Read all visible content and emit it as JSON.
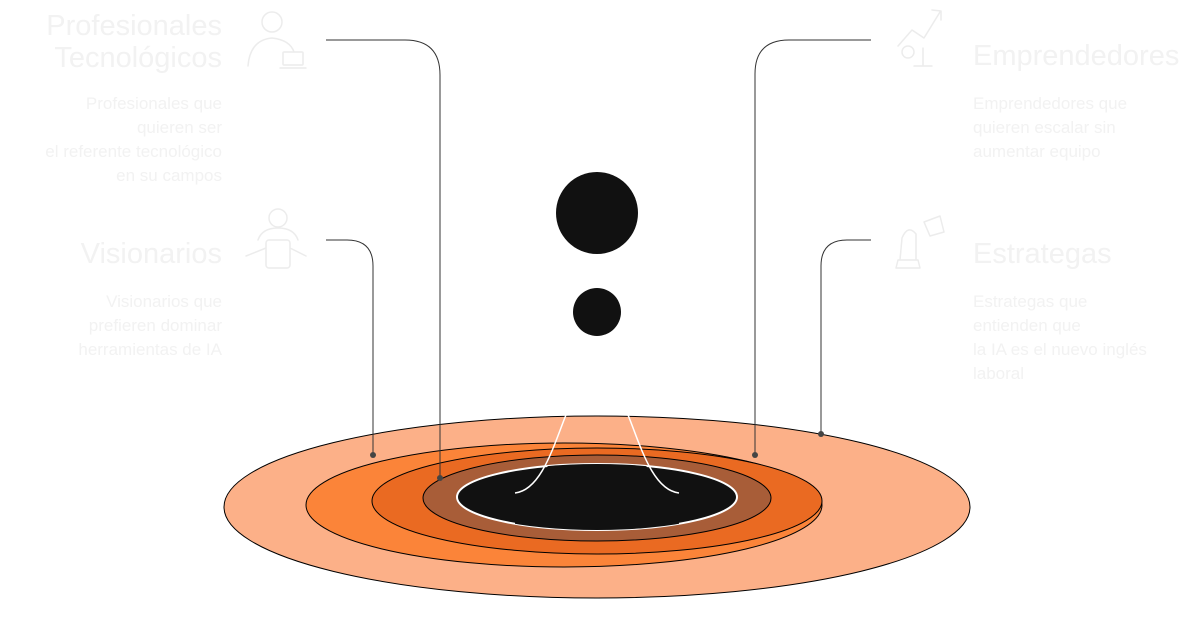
{
  "colors": {
    "ring_outer": "#fcb088",
    "ring_2": "#fb8439",
    "ring_3": "#ea6a22",
    "ring_4": "#a85d38",
    "core": "#111111",
    "text": "#f2f2f2",
    "line": "#333333"
  },
  "segments": {
    "tech": {
      "title": [
        "Profesionales",
        "Tecnológicos"
      ],
      "desc": [
        "Profesionales que",
        "quieren ser",
        "el referente tecnológico",
        "en su campos"
      ],
      "icon": "professional-laptop-icon"
    },
    "vision": {
      "title": [
        "Visionarios"
      ],
      "desc": [
        "Visionarios que",
        "prefieren dominar",
        "herramientas de IA"
      ],
      "icon": "visionary-person-icon"
    },
    "entre": {
      "title": [
        "Emprendedores"
      ],
      "desc": [
        "Emprendedores que",
        "quieren escalar sin",
        "aumentar equipo"
      ],
      "icon": "growth-chart-icon"
    },
    "estra": {
      "title": [
        "Estrategas"
      ],
      "desc": [
        "Estrategas que",
        "entienden que",
        "la IA es el nuevo inglés",
        "laboral"
      ],
      "icon": "strategist-chess-icon"
    }
  }
}
